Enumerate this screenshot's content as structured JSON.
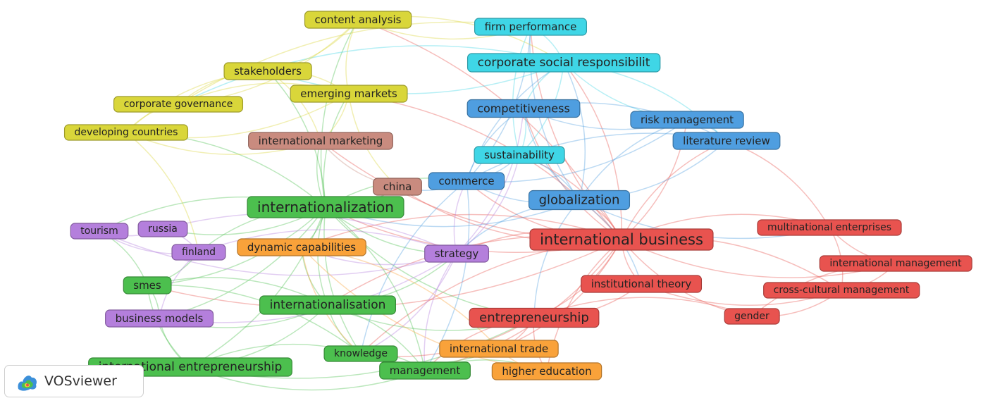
{
  "app": {
    "brand": "VOSviewer"
  },
  "cluster_colors": {
    "red": "#e8534f",
    "green": "#4cbf4e",
    "blue": "#4f9ee0",
    "yellow": "#d9d63a",
    "purple": "#b47fdc",
    "cyan": "#3fd6e6",
    "orange": "#f9a23a",
    "brown": "#c98b7f"
  },
  "nodes": [
    {
      "id": "content-analysis",
      "label": "content analysis",
      "cluster": "yellow"
    },
    {
      "id": "firm-performance",
      "label": "firm performance",
      "cluster": "cyan"
    },
    {
      "id": "stakeholders",
      "label": "stakeholders",
      "cluster": "yellow"
    },
    {
      "id": "csr",
      "label": "corporate social responsibilit",
      "cluster": "cyan"
    },
    {
      "id": "emerging-markets",
      "label": "emerging markets",
      "cluster": "yellow"
    },
    {
      "id": "corporate-governance",
      "label": "corporate governance",
      "cluster": "yellow"
    },
    {
      "id": "competitiveness",
      "label": "competitiveness",
      "cluster": "blue"
    },
    {
      "id": "risk-management",
      "label": "risk management",
      "cluster": "blue"
    },
    {
      "id": "developing-countries",
      "label": "developing countries",
      "cluster": "yellow"
    },
    {
      "id": "international-marketing",
      "label": "international marketing",
      "cluster": "brown"
    },
    {
      "id": "literature-review",
      "label": "literature review",
      "cluster": "blue"
    },
    {
      "id": "sustainability",
      "label": "sustainability",
      "cluster": "cyan"
    },
    {
      "id": "commerce",
      "label": "commerce",
      "cluster": "blue"
    },
    {
      "id": "china",
      "label": "china",
      "cluster": "brown"
    },
    {
      "id": "globalization",
      "label": "globalization",
      "cluster": "blue"
    },
    {
      "id": "internationalization",
      "label": "internationalization",
      "cluster": "green"
    },
    {
      "id": "multinational-enterprises",
      "label": "multinational enterprises",
      "cluster": "red"
    },
    {
      "id": "tourism",
      "label": "tourism",
      "cluster": "purple"
    },
    {
      "id": "russia",
      "label": "russia",
      "cluster": "purple"
    },
    {
      "id": "international-business",
      "label": "international business",
      "cluster": "red"
    },
    {
      "id": "finland",
      "label": "finland",
      "cluster": "purple"
    },
    {
      "id": "dynamic-capabilities",
      "label": "dynamic capabilities",
      "cluster": "orange"
    },
    {
      "id": "strategy",
      "label": "strategy",
      "cluster": "purple"
    },
    {
      "id": "international-management",
      "label": "international management",
      "cluster": "red"
    },
    {
      "id": "smes",
      "label": "smes",
      "cluster": "green"
    },
    {
      "id": "institutional-theory",
      "label": "institutional theory",
      "cluster": "red"
    },
    {
      "id": "cross-cultural-management",
      "label": "cross-cultural management",
      "cluster": "red"
    },
    {
      "id": "internationalisation",
      "label": "internationalisation",
      "cluster": "green"
    },
    {
      "id": "business-models",
      "label": "business models",
      "cluster": "purple"
    },
    {
      "id": "entrepreneurship",
      "label": "entrepreneurship",
      "cluster": "red"
    },
    {
      "id": "gender",
      "label": "gender",
      "cluster": "red"
    },
    {
      "id": "international-trade",
      "label": "international trade",
      "cluster": "orange"
    },
    {
      "id": "knowledge",
      "label": "knowledge",
      "cluster": "green"
    },
    {
      "id": "international-entrepreneurship",
      "label": "international entrepreneurship",
      "cluster": "green"
    },
    {
      "id": "management",
      "label": "management",
      "cluster": "green"
    },
    {
      "id": "higher-education",
      "label": "higher education",
      "cluster": "orange"
    }
  ],
  "links": [
    [
      "international-business",
      "globalization"
    ],
    [
      "international-business",
      "multinational-enterprises"
    ],
    [
      "international-business",
      "international-management"
    ],
    [
      "international-business",
      "cross-cultural-management"
    ],
    [
      "international-business",
      "institutional-theory"
    ],
    [
      "international-business",
      "entrepreneurship"
    ],
    [
      "international-business",
      "gender"
    ],
    [
      "international-business",
      "literature-review"
    ],
    [
      "international-business",
      "risk-management"
    ],
    [
      "international-business",
      "competitiveness"
    ],
    [
      "international-business",
      "csr"
    ],
    [
      "international-business",
      "firm-performance"
    ],
    [
      "international-business",
      "sustainability"
    ],
    [
      "international-business",
      "commerce"
    ],
    [
      "international-business",
      "strategy"
    ],
    [
      "international-business",
      "internationalization"
    ],
    [
      "international-business",
      "internationalisation"
    ],
    [
      "international-business",
      "china"
    ],
    [
      "international-business",
      "emerging-markets"
    ],
    [
      "international-business",
      "international-trade"
    ],
    [
      "international-business",
      "higher-education"
    ],
    [
      "international-business",
      "international-marketing"
    ],
    [
      "international-business",
      "dynamic-capabilities"
    ],
    [
      "international-business",
      "smes"
    ],
    [
      "international-business",
      "knowledge"
    ],
    [
      "international-business",
      "management"
    ],
    [
      "international-business",
      "content-analysis"
    ],
    [
      "globalization",
      "competitiveness"
    ],
    [
      "globalization",
      "csr"
    ],
    [
      "globalization",
      "firm-performance"
    ],
    [
      "globalization",
      "sustainability"
    ],
    [
      "globalization",
      "commerce"
    ],
    [
      "globalization",
      "literature-review"
    ],
    [
      "globalization",
      "risk-management"
    ],
    [
      "globalization",
      "strategy"
    ],
    [
      "globalization",
      "internationalization"
    ],
    [
      "globalization",
      "entrepreneurship"
    ],
    [
      "globalization",
      "institutional-theory"
    ],
    [
      "globalization",
      "multinational-enterprises"
    ],
    [
      "internationalization",
      "smes"
    ],
    [
      "internationalization",
      "internationalisation"
    ],
    [
      "internationalization",
      "international-entrepreneurship"
    ],
    [
      "internationalization",
      "knowledge"
    ],
    [
      "internationalization",
      "management"
    ],
    [
      "internationalization",
      "finland"
    ],
    [
      "internationalization",
      "russia"
    ],
    [
      "internationalization",
      "tourism"
    ],
    [
      "internationalization",
      "dynamic-capabilities"
    ],
    [
      "internationalization",
      "strategy"
    ],
    [
      "internationalization",
      "emerging-markets"
    ],
    [
      "internationalization",
      "stakeholders"
    ],
    [
      "internationalization",
      "international-marketing"
    ],
    [
      "internationalization",
      "china"
    ],
    [
      "internationalization",
      "business-models"
    ],
    [
      "internationalization",
      "developing-countries"
    ],
    [
      "internationalization",
      "content-analysis"
    ],
    [
      "internationalization",
      "entrepreneurship"
    ],
    [
      "internationalization",
      "commerce"
    ],
    [
      "internationalisation",
      "smes"
    ],
    [
      "internationalisation",
      "international-entrepreneurship"
    ],
    [
      "internationalisation",
      "knowledge"
    ],
    [
      "internationalisation",
      "management"
    ],
    [
      "internationalisation",
      "strategy"
    ],
    [
      "internationalisation",
      "business-models"
    ],
    [
      "internationalisation",
      "entrepreneurship"
    ],
    [
      "internationalisation",
      "dynamic-capabilities"
    ],
    [
      "smes",
      "international-entrepreneurship"
    ],
    [
      "smes",
      "knowledge"
    ],
    [
      "smes",
      "finland"
    ],
    [
      "smes",
      "business-models"
    ],
    [
      "smes",
      "tourism"
    ],
    [
      "international-entrepreneurship",
      "knowledge"
    ],
    [
      "international-entrepreneurship",
      "management"
    ],
    [
      "international-entrepreneurship",
      "business-models"
    ],
    [
      "international-entrepreneurship",
      "entrepreneurship"
    ],
    [
      "strategy",
      "commerce"
    ],
    [
      "strategy",
      "competitiveness"
    ],
    [
      "strategy",
      "knowledge"
    ],
    [
      "strategy",
      "management"
    ],
    [
      "strategy",
      "business-models"
    ],
    [
      "strategy",
      "finland"
    ],
    [
      "strategy",
      "tourism"
    ],
    [
      "strategy",
      "russia"
    ],
    [
      "strategy",
      "dynamic-capabilities"
    ],
    [
      "strategy",
      "sustainability"
    ],
    [
      "entrepreneurship",
      "international-trade"
    ],
    [
      "entrepreneurship",
      "higher-education"
    ],
    [
      "entrepreneurship",
      "knowledge"
    ],
    [
      "entrepreneurship",
      "management"
    ],
    [
      "entrepreneurship",
      "gender"
    ],
    [
      "entrepreneurship",
      "institutional-theory"
    ],
    [
      "commerce",
      "competitiveness"
    ],
    [
      "commerce",
      "sustainability"
    ],
    [
      "commerce",
      "csr"
    ],
    [
      "commerce",
      "risk-management"
    ],
    [
      "commerce",
      "literature-review"
    ],
    [
      "commerce",
      "firm-performance"
    ],
    [
      "commerce",
      "china"
    ],
    [
      "commerce",
      "knowledge"
    ],
    [
      "commerce",
      "management"
    ],
    [
      "csr",
      "firm-performance"
    ],
    [
      "csr",
      "stakeholders"
    ],
    [
      "csr",
      "corporate-governance"
    ],
    [
      "csr",
      "sustainability"
    ],
    [
      "csr",
      "competitiveness"
    ],
    [
      "csr",
      "literature-review"
    ],
    [
      "csr",
      "risk-management"
    ],
    [
      "content-analysis",
      "stakeholders"
    ],
    [
      "content-analysis",
      "emerging-markets"
    ],
    [
      "content-analysis",
      "corporate-governance"
    ],
    [
      "content-analysis",
      "firm-performance"
    ],
    [
      "content-analysis",
      "csr"
    ],
    [
      "stakeholders",
      "corporate-governance"
    ],
    [
      "stakeholders",
      "emerging-markets"
    ],
    [
      "stakeholders",
      "developing-countries"
    ],
    [
      "stakeholders",
      "international-marketing"
    ],
    [
      "emerging-markets",
      "corporate-governance"
    ],
    [
      "emerging-markets",
      "developing-countries"
    ],
    [
      "emerging-markets",
      "china"
    ],
    [
      "emerging-markets",
      "international-marketing"
    ],
    [
      "corporate-governance",
      "developing-countries"
    ],
    [
      "corporate-governance",
      "firm-performance"
    ],
    [
      "developing-countries",
      "international-marketing"
    ],
    [
      "developing-countries",
      "finland"
    ],
    [
      "multinational-enterprises",
      "international-management"
    ],
    [
      "multinational-enterprises",
      "cross-cultural-management"
    ],
    [
      "multinational-enterprises",
      "literature-review"
    ],
    [
      "international-management",
      "cross-cultural-management"
    ],
    [
      "international-management",
      "gender"
    ],
    [
      "cross-cultural-management",
      "gender"
    ],
    [
      "institutional-theory",
      "cross-cultural-management"
    ],
    [
      "risk-management",
      "literature-review"
    ],
    [
      "competitiveness",
      "risk-management"
    ],
    [
      "competitiveness",
      "literature-review"
    ],
    [
      "tourism",
      "russia"
    ],
    [
      "russia",
      "finland"
    ],
    [
      "tourism",
      "finland"
    ],
    [
      "business-models",
      "finland"
    ],
    [
      "dynamic-capabilities",
      "knowledge"
    ],
    [
      "dynamic-capabilities",
      "international-trade"
    ],
    [
      "dynamic-capabilities",
      "higher-education"
    ],
    [
      "knowledge",
      "management"
    ],
    [
      "knowledge",
      "international-trade"
    ],
    [
      "management",
      "higher-education"
    ],
    [
      "international-trade",
      "higher-education"
    ],
    [
      "china",
      "international-marketing"
    ],
    [
      "sustainability",
      "competitiveness"
    ],
    [
      "sustainability",
      "firm-performance"
    ]
  ]
}
